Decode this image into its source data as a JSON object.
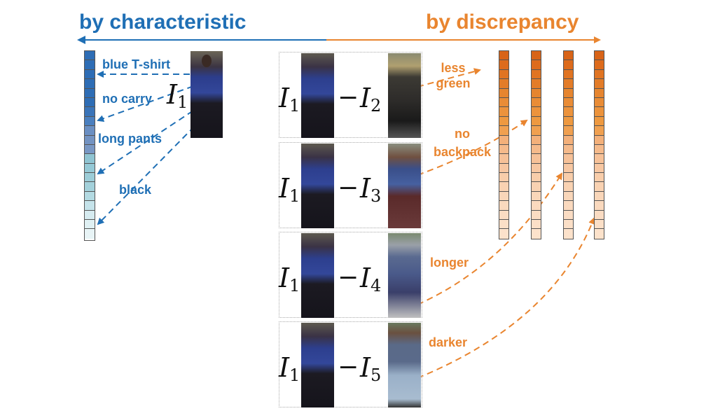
{
  "header": {
    "left_title": "by characteristic",
    "right_title": "by discrepancy"
  },
  "characteristic": {
    "anchor_symbol": "I",
    "anchor_index": "1",
    "attributes": [
      "blue T-shirt",
      "no carry",
      "long pants",
      "black"
    ]
  },
  "pairs": [
    {
      "a": "I",
      "a_index": "1",
      "b": "I",
      "b_index": "2",
      "discrepancy": [
        "less",
        "green"
      ]
    },
    {
      "a": "I",
      "a_index": "1",
      "b": "I",
      "b_index": "3",
      "discrepancy": [
        "no",
        "backpack"
      ]
    },
    {
      "a": "I",
      "a_index": "1",
      "b": "I",
      "b_index": "4",
      "discrepancy": [
        "longer"
      ]
    },
    {
      "a": "I",
      "a_index": "1",
      "b": "I",
      "b_index": "5",
      "discrepancy": [
        "darker"
      ]
    }
  ],
  "colors": {
    "characteristic_blue": "#1f6fb5",
    "discrepancy_orange": "#e9852f"
  }
}
